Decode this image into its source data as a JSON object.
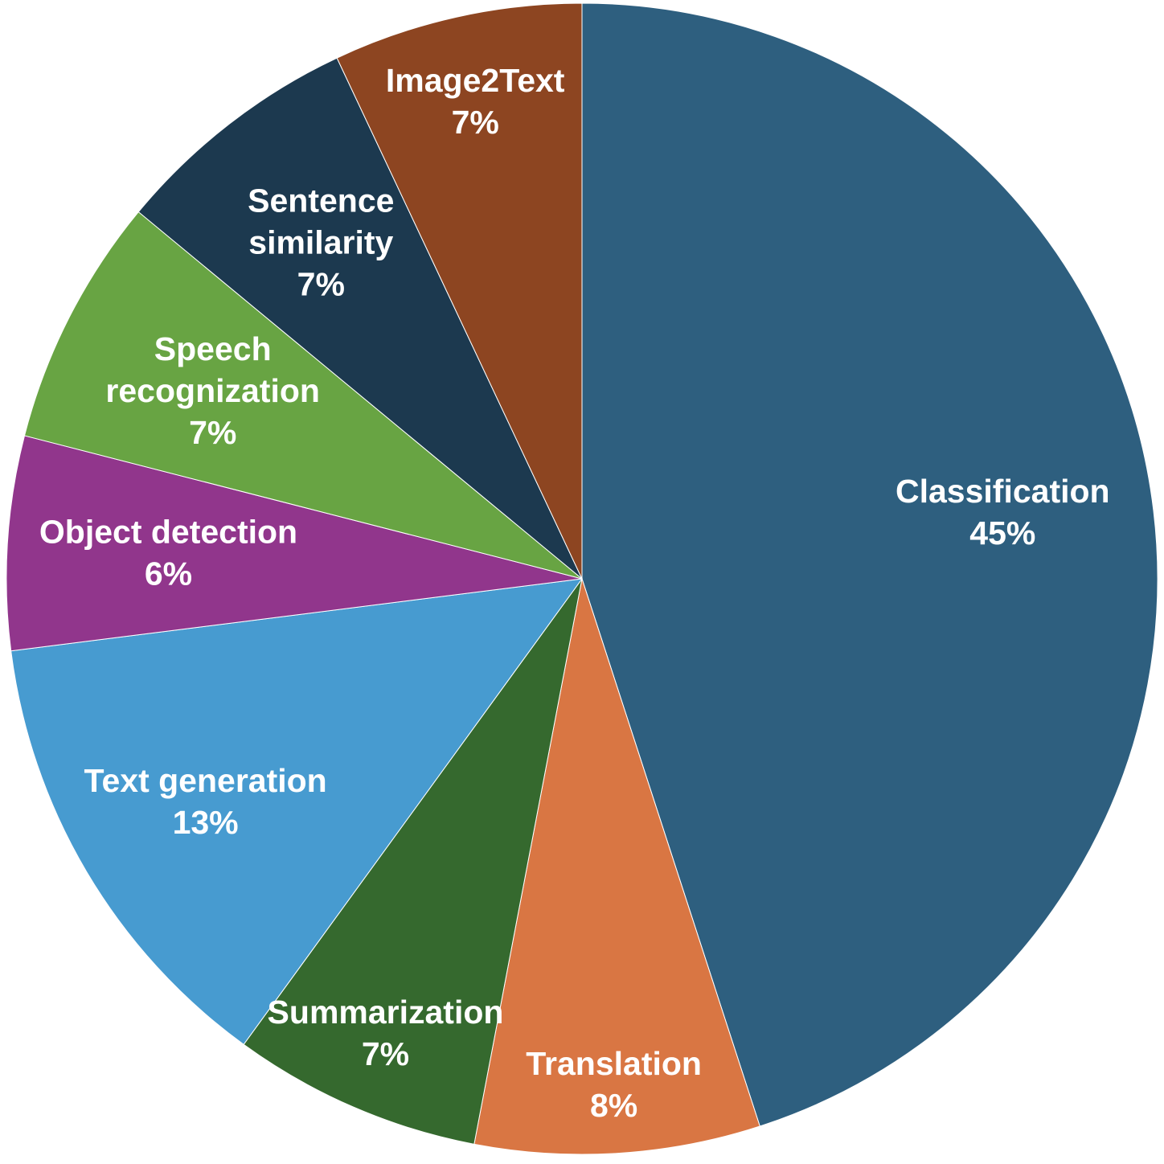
{
  "chart_data": {
    "type": "pie",
    "title": "",
    "start": "top",
    "direction": "clockwise",
    "slices": [
      {
        "label": [
          "Classification"
        ],
        "percent_label": "45%",
        "value": 45,
        "color": "#2e5f7f"
      },
      {
        "label": [
          "Translation"
        ],
        "percent_label": "8%",
        "value": 8,
        "color": "#d97643"
      },
      {
        "label": [
          "Summarization"
        ],
        "percent_label": "7%",
        "value": 7,
        "color": "#35692e"
      },
      {
        "label": [
          "Text generation"
        ],
        "percent_label": "13%",
        "value": 13,
        "color": "#479bd0"
      },
      {
        "label": [
          "Object detection"
        ],
        "percent_label": "6%",
        "value": 6,
        "color": "#91368c"
      },
      {
        "label": [
          "Speech",
          "recognization"
        ],
        "percent_label": "7%",
        "value": 7,
        "color": "#68a443"
      },
      {
        "label": [
          "Sentence",
          "similarity"
        ],
        "percent_label": "7%",
        "value": 7,
        "color": "#1c394f"
      },
      {
        "label": [
          "Image2Text"
        ],
        "percent_label": "7%",
        "value": 7,
        "color": "#8d4521"
      }
    ]
  }
}
